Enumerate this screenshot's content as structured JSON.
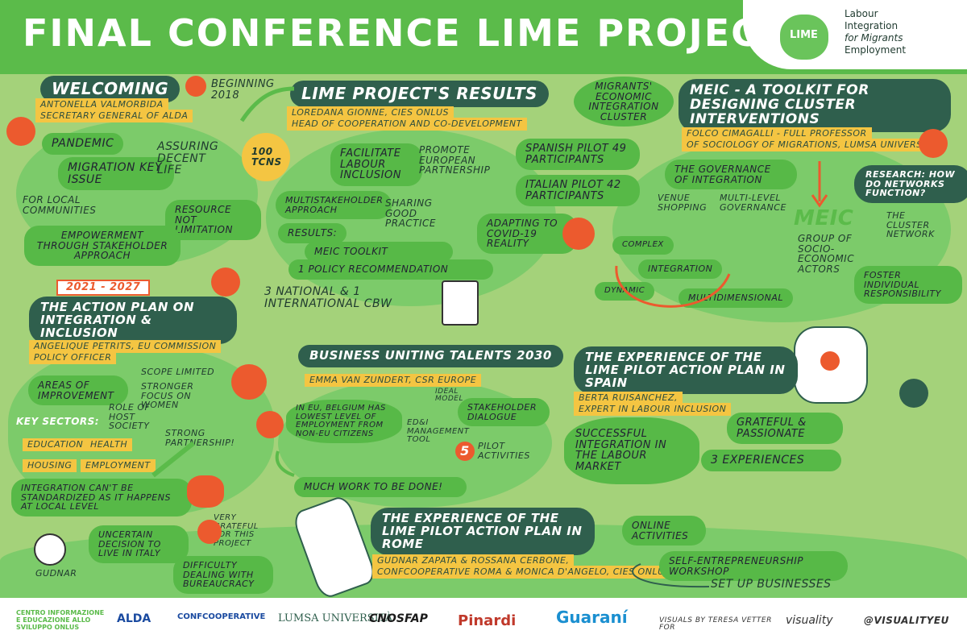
{
  "header": {
    "title": "FINAL CONFERENCE LIME PROJECT",
    "logo_word": "LIME",
    "logo_tagline": [
      "Labour",
      "Integration",
      "for Migrants",
      "Employment"
    ]
  },
  "welcoming": {
    "title": "WELCOMING",
    "speaker": "ANTONELLA VALMORBIDA",
    "role": "SECRETARY GENERAL OF ALDA",
    "items": [
      "PANDEMIC",
      "MIGRATION KEY ISSUE",
      "ASSURING DECENT LIFE",
      "FOR LOCAL COMMUNITIES",
      "RESOURCE NOT LIMITATION",
      "EMPOWERMENT THROUGH STAKEHOLDER APPROACH"
    ]
  },
  "beginning": {
    "label": "BEGINNING 2018",
    "tcns": "100 TCNs"
  },
  "results": {
    "title": "LIME PROJECT'S RESULTS",
    "speaker": "LOREDANA GIONNE, CIES ONLUS",
    "role": "HEAD OF COOPERATION AND CO-DEVELOPMENT",
    "facilitate": "FACILITATE LABOUR INCLUSION",
    "promote": "PROMOTE EUROPEAN PARTNERSHIP",
    "multi": "MULTISTAKEHOLDER APPROACH",
    "sharing": "SHARING GOOD PRACTICE",
    "results_label": "RESULTS:",
    "toolkit": "MEIC TOOLKIT",
    "policy": "1 POLICY RECOMMENDATION",
    "cbw": "3 NATIONAL & 1 INTERNATIONAL CBW",
    "spanish": "SPANISH PILOT 49 PARTICIPANTS",
    "italian": "ITALIAN PILOT 42 PARTICIPANTS",
    "covid": "ADAPTING TO COVID-19 REALITY"
  },
  "cluster": {
    "label": "MIGRANTS' ECONOMIC INTEGRATION CLUSTER"
  },
  "meic": {
    "title": "MEIC - A TOOLKIT FOR DESIGNING CLUSTER INTERVENTIONS",
    "speaker": "FOLCO CIMAGALLI - FULL PROFESSOR",
    "role": "OF SOCIOLOGY OF MIGRATIONS, LUMSA UNIVERSITY",
    "governance": "THE GOVERNANCE OF INTEGRATION",
    "venue": "VENUE SHOPPING",
    "multilevel": "MULTI-LEVEL GOVERNANCE",
    "research": "RESEARCH: HOW DO NETWORKS FUNCTION?",
    "cluster_network": "THE CLUSTER NETWORK",
    "meic_word": "MEIC",
    "group": "GROUP OF SOCIO-ECONOMIC ACTORS",
    "foster": "FOSTER INDIVIDUAL RESPONSIBILITY",
    "complex": "COMPLEX",
    "integration": "INTEGRATION",
    "dynamic": "DYNAMIC",
    "multidim": "MULTIDIMENSIONAL"
  },
  "action_plan": {
    "years": "2021 - 2027",
    "title": "THE ACTION PLAN ON INTEGRATION & INCLUSION",
    "speaker": "ANGELIQUE PETRITS, EU COMMISSION",
    "role": "POLICY OFFICER",
    "areas": "AREAS OF IMPROVEMENT",
    "scope": "SCOPE LIMITED",
    "women": "STRONGER FOCUS ON WOMEN",
    "host": "ROLE OF HOST SOCIETY",
    "key_sectors": "KEY SECTORS:",
    "sectors": [
      "EDUCATION",
      "HEALTH",
      "HOUSING",
      "EMPLOYMENT"
    ],
    "partnership": "STRONG PARTNERSHIP!",
    "local": "INTEGRATION CAN'T BE STANDARDIZED AS IT HAPPENS AT LOCAL LEVEL"
  },
  "business": {
    "title": "BUSINESS UNITING TALENTS 2030",
    "speaker": "EMMA VAN ZUNDERT, CSR EUROPE",
    "belgium": "IN EU, BELGIUM HAS LOWEST LEVEL OF EMPLOYMENT FROM NON-EU CITIZENS",
    "ideal": "IDEAL MODEL",
    "stakeholder": "STAKEHOLDER DIALOGUE",
    "tool": "ED&I MANAGEMENT TOOL",
    "pilot_num": "5",
    "pilot": "PILOT ACTIVITIES",
    "work": "MUCH WORK TO BE DONE!"
  },
  "spain": {
    "title": "THE EXPERIENCE OF THE LIME PILOT ACTION PLAN IN SPAIN",
    "speaker": "BERTA RUISANCHEZ,",
    "role": "EXPERT IN LABOUR INCLUSION",
    "successful": "SUCCESSFUL INTEGRATION IN THE LABOUR MARKET",
    "grateful": "GRATEFUL & PASSIONATE",
    "experiences": "3 EXPERIENCES"
  },
  "rome": {
    "title": "THE EXPERIENCE OF THE LIME PILOT ACTION PLAN IN ROME",
    "speaker": "GUDNAR ZAPATA & ROSSANA CERBONE,",
    "role": "CONFCOOPERATIVE ROMA & MONICA D'ANGELO, CIES ONLUS",
    "online": "ONLINE ACTIVITIES",
    "self": "SELF-ENTREPRENEURSHIP WORKSHOP",
    "setup": "SET UP BUSINESSES"
  },
  "gudnar": {
    "name": "GUDNAR",
    "uncertain": "UNCERTAIN DECISION TO LIVE IN ITALY",
    "grateful": "VERY GRATEFUL FOR THIS PROJECT",
    "difficulty": "DIFFICULTY DEALING WITH BUREAUCRACY"
  },
  "footer": {
    "logos": [
      "CENTRO INFORMAZIONE E EDUCAZIONE ALLO SVILUPPO ONLUS",
      "ALDA",
      "CONFCOOPERATIVE",
      "LUMSA UNIVERSITÀ",
      "CNOSFAP",
      "Pinardi",
      "Guaraní"
    ],
    "credit": "VISUALS BY TERESA VETTER for",
    "brand": "visuality",
    "handle": "@VISUALITYEU"
  },
  "colors": {
    "header_green": "#5bbb4a",
    "dark_green": "#2f5f4d",
    "yellow": "#f4c542",
    "orange": "#ec5a2e",
    "bg": "#a4d27a"
  }
}
